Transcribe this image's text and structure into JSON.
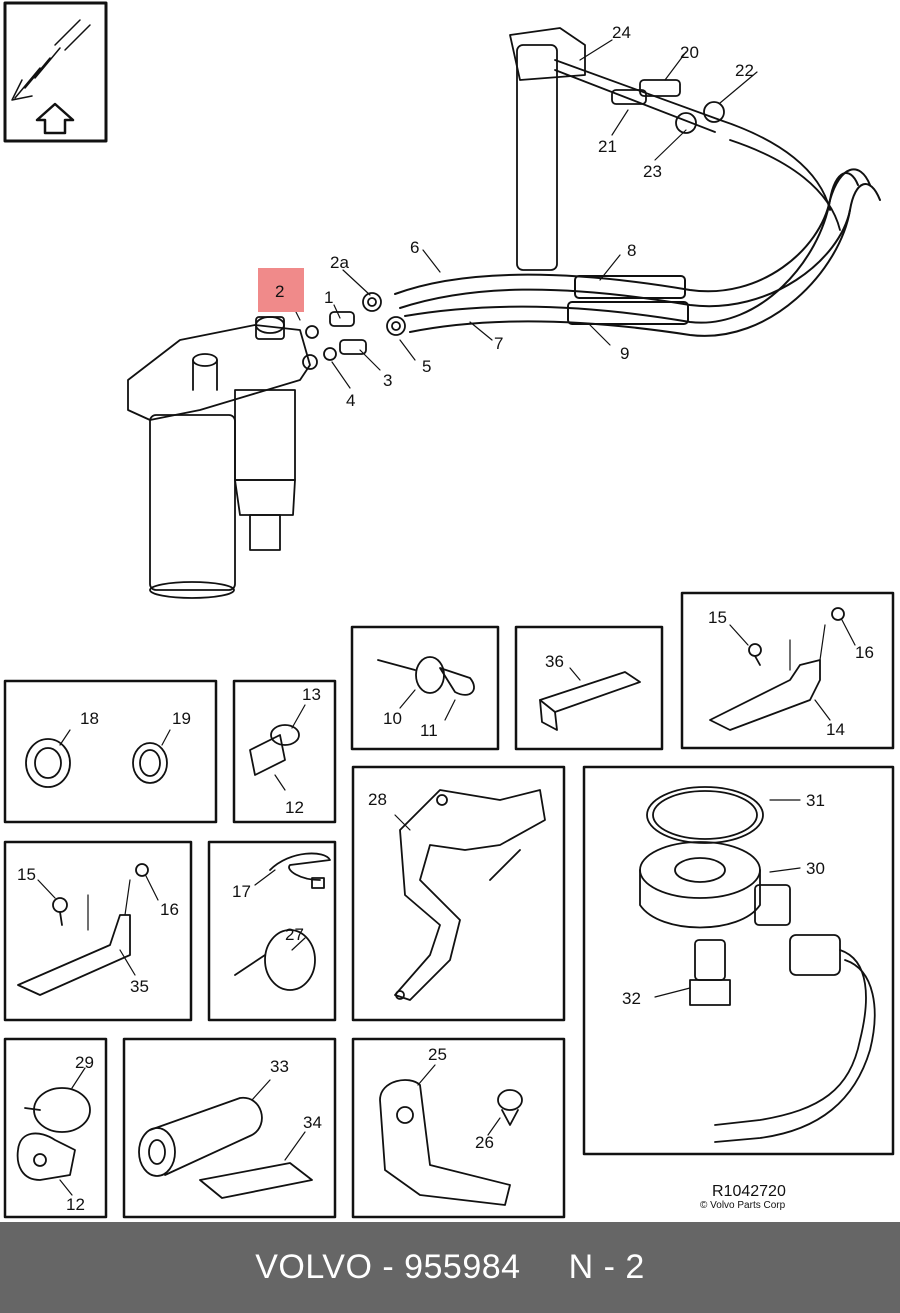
{
  "diagram": {
    "highlight_color": "#f08a8a",
    "highlighted_callout": "2",
    "callouts": {
      "main": [
        "24",
        "20",
        "22",
        "21",
        "23",
        "2a",
        "6",
        "8",
        "2",
        "1",
        "7",
        "9",
        "3",
        "5",
        "4"
      ],
      "box_18_19": [
        "18",
        "19"
      ],
      "box_13_12": [
        "13",
        "12"
      ],
      "box_10_11": [
        "10",
        "11"
      ],
      "box_36": [
        "36"
      ],
      "box_15_16_14": [
        "15",
        "16",
        "14"
      ],
      "box_15_16_35": [
        "15",
        "16",
        "35"
      ],
      "box_17_27": [
        "17",
        "27"
      ],
      "box_28": [
        "28"
      ],
      "box_31_30_32": [
        "31",
        "30",
        "32"
      ],
      "box_29_12": [
        "29",
        "12"
      ],
      "box_33_34": [
        "33",
        "34"
      ],
      "box_25_26": [
        "25",
        "26"
      ]
    },
    "reference_code": "R1042720",
    "copyright": "© Volvo Parts Corp"
  },
  "footer": {
    "part_label": "VOLVO - 955984",
    "position_label": "N - 2",
    "background": "#666666"
  }
}
